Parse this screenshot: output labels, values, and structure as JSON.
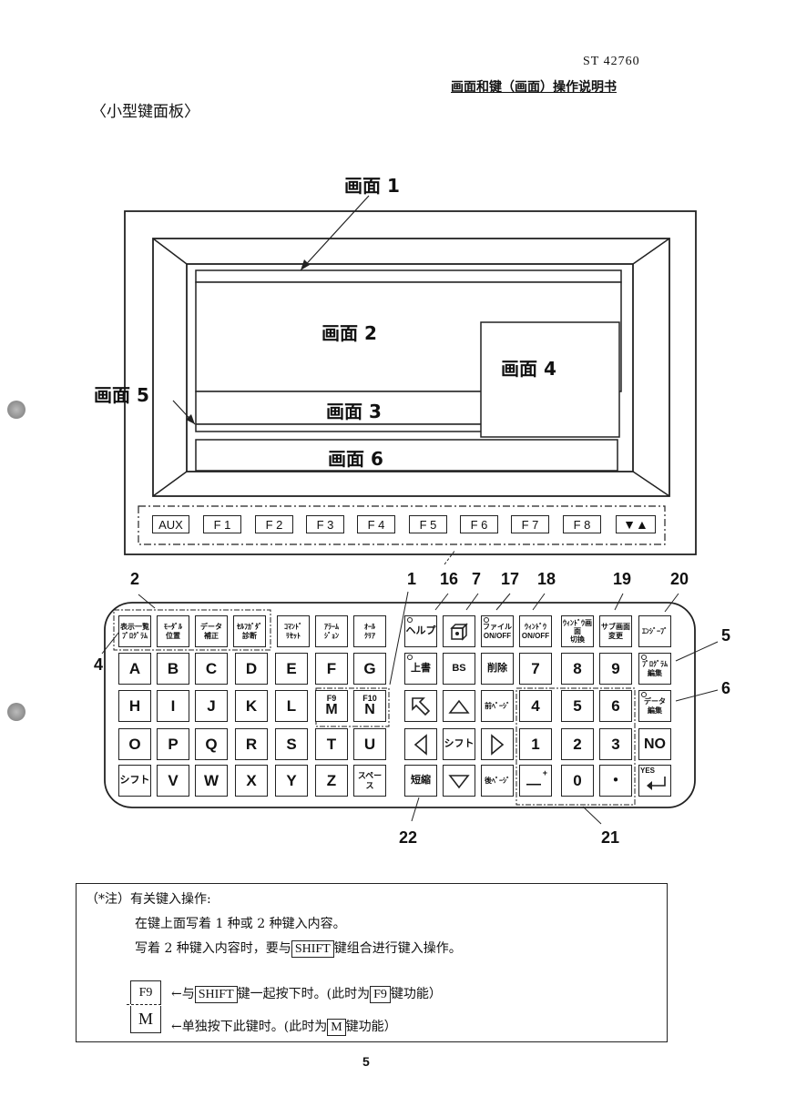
{
  "header": {
    "doc_code": "ST 42760",
    "doc_title": "画面和键（画面）操作说明书"
  },
  "section_title": "〈小型键面板〉",
  "screens": {
    "s1": "画面 1",
    "s2": "画面 2",
    "s3": "画面 3",
    "s4": "画面 4",
    "s5": "画面 5",
    "s6": "画面 6"
  },
  "function_keys": [
    "AUX",
    "F 1",
    "F 2",
    "F 3",
    "F 4",
    "F 5",
    "F 6",
    "F 7",
    "F 8",
    "▼▲"
  ],
  "callouts": {
    "n1": "1",
    "n2": "2",
    "n4": "4",
    "n5": "5",
    "n6": "6",
    "n7": "7",
    "n16": "16",
    "n17": "17",
    "n18": "18",
    "n19": "19",
    "n20": "20",
    "n21": "21",
    "n22": "22"
  },
  "keyboard": {
    "top_row": [
      {
        "l1": "表示一覧",
        "l2": "ﾌﾟﾛｸﾞﾗﾑ"
      },
      {
        "l1": "ﾓｰﾀﾞﾙ",
        "l2": "位置"
      },
      {
        "l1": "データ",
        "l2": "補正"
      },
      {
        "l1": "ｾﾙﾌｶﾞﾀﾞ",
        "l2": "診断"
      },
      {
        "l1": "ｺﾏﾝﾄﾞ",
        "l2": "ﾘｾｯﾄ"
      },
      {
        "l1": "ｱﾗｰﾑ",
        "l2": "ｼﾞｮﾝ"
      },
      {
        "l1": "ｵｰﾙ",
        "l2": "ｸﾘｱ"
      },
      {
        "l1": "ヘルプ",
        "l2": ""
      },
      {
        "l1": "",
        "l2": ""
      },
      {
        "l1": "ファイル",
        "l2": "ON/OFF"
      },
      {
        "l1": "ｳｨﾝﾄﾞｳ",
        "l2": "ON/OFF"
      },
      {
        "l1": "ｳｨﾝﾄﾞｳ画面",
        "l2": "切換"
      },
      {
        "l1": "サブ画面",
        "l2": "変更"
      },
      {
        "l1": "ｴﾝｼﾞｰﾌﾞ",
        "l2": ""
      }
    ],
    "row1": [
      "A",
      "B",
      "C",
      "D",
      "E",
      "F",
      "G",
      "上書",
      "BS",
      "削除",
      "7",
      "8",
      "9"
    ],
    "row2": [
      "H",
      "I",
      "J",
      "K",
      "L",
      "M",
      "N",
      "",
      "",
      "前ﾍﾟｰｼﾞ",
      "4",
      "5",
      "6"
    ],
    "row2_upper": {
      "M": "F9",
      "N": "F10"
    },
    "row3": [
      "O",
      "P",
      "Q",
      "R",
      "S",
      "T",
      "U",
      "",
      "シフト",
      "",
      "1",
      "2",
      "3",
      "NO"
    ],
    "row4": [
      "シフト",
      "V",
      "W",
      "X",
      "Y",
      "Z",
      "スペース",
      "短縮",
      "",
      "後ﾍﾟｰｼﾞ",
      "—",
      "0",
      "・",
      "YES"
    ],
    "side_keys": [
      {
        "l1": "ﾌﾟﾛｸﾞﾗﾑ",
        "l2": "編集"
      },
      {
        "l1": "データ",
        "l2": "編集"
      }
    ],
    "minus_upper": "+"
  },
  "note": {
    "heading": "（*注）有关键入操作:",
    "line1": "在键上面写着 1 种或 2 种键入内容。",
    "line2a": "写着 2 种键入内容时，要与",
    "line2_key": "SHIFT",
    "line2b": "键组合进行键入操作。",
    "ex_upper_key": "F9",
    "ex_lower_key": "M",
    "line3a": "←与",
    "line3_key": "SHIFT",
    "line3b": "键一起按下时。(此时为",
    "line3_key2": "F9",
    "line3c": "键功能）",
    "line4a": "←单独按下此键时。(此时为",
    "line4_key": "M",
    "line4b": "键功能）"
  },
  "page_number": "5"
}
